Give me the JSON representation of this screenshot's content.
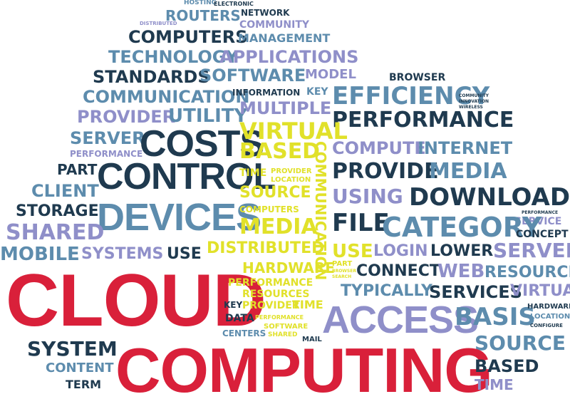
{
  "colors": {
    "red": "#d9203a",
    "navy": "#1f3a4f",
    "steel": "#5d8cad",
    "lavender": "#8f8fc9",
    "yellow": "#e1e12a"
  },
  "words": [
    {
      "text": "Hosting",
      "color": "steel"
    },
    {
      "text": "Electronic",
      "color": "navy"
    },
    {
      "text": "Routers",
      "color": "steel"
    },
    {
      "text": "Network",
      "color": "navy"
    },
    {
      "text": "Distributed",
      "color": "lavender"
    },
    {
      "text": "Community",
      "color": "lavender"
    },
    {
      "text": "Computers",
      "color": "navy"
    },
    {
      "text": "Management",
      "color": "steel"
    },
    {
      "text": "Technology",
      "color": "steel"
    },
    {
      "text": "Applications",
      "color": "lavender"
    },
    {
      "text": "Standards",
      "color": "navy"
    },
    {
      "text": "Software",
      "color": "steel"
    },
    {
      "text": "Model",
      "color": "lavender"
    },
    {
      "text": "Browser",
      "color": "navy"
    },
    {
      "text": "Communication",
      "color": "steel"
    },
    {
      "text": "Information",
      "color": "navy"
    },
    {
      "text": "Key",
      "color": "steel"
    },
    {
      "text": "Efficiency",
      "color": "steel"
    },
    {
      "text": "Community",
      "color": "navy"
    },
    {
      "text": "Innovation",
      "color": "navy"
    },
    {
      "text": "Wireless",
      "color": "navy"
    },
    {
      "text": "Provider",
      "color": "lavender"
    },
    {
      "text": "Utility",
      "color": "steel"
    },
    {
      "text": "Multiple",
      "color": "lavender"
    },
    {
      "text": "Performance",
      "color": "navy"
    },
    {
      "text": "Server",
      "color": "steel"
    },
    {
      "text": "Costs",
      "color": "navy"
    },
    {
      "text": "Virtual",
      "color": "yellow"
    },
    {
      "text": "Performance",
      "color": "lavender"
    },
    {
      "text": "Based",
      "color": "yellow"
    },
    {
      "text": "Compute",
      "color": "lavender"
    },
    {
      "text": "Internet",
      "color": "steel"
    },
    {
      "text": "Part",
      "color": "navy"
    },
    {
      "text": "Control",
      "color": "navy"
    },
    {
      "text": "Time",
      "color": "yellow"
    },
    {
      "text": "Provider",
      "color": "yellow"
    },
    {
      "text": "Location",
      "color": "yellow"
    },
    {
      "text": "Communication",
      "color": "yellow"
    },
    {
      "text": "Provide",
      "color": "navy"
    },
    {
      "text": "Media",
      "color": "steel"
    },
    {
      "text": "Client",
      "color": "steel"
    },
    {
      "text": "Source",
      "color": "yellow"
    },
    {
      "text": "Using",
      "color": "lavender"
    },
    {
      "text": "Download",
      "color": "navy"
    },
    {
      "text": "Storage",
      "color": "navy"
    },
    {
      "text": "Devices",
      "color": "steel"
    },
    {
      "text": "Computers",
      "color": "yellow"
    },
    {
      "text": "Performance",
      "color": "navy"
    },
    {
      "text": "Service",
      "color": "lavender"
    },
    {
      "text": "Shared",
      "color": "lavender"
    },
    {
      "text": "Media",
      "color": "yellow"
    },
    {
      "text": "File",
      "color": "navy"
    },
    {
      "text": "Category",
      "color": "steel"
    },
    {
      "text": "Concept",
      "color": "navy"
    },
    {
      "text": "Mobile",
      "color": "steel"
    },
    {
      "text": "Systems",
      "color": "lavender"
    },
    {
      "text": "Use",
      "color": "navy"
    },
    {
      "text": "Distributed",
      "color": "yellow"
    },
    {
      "text": "Use",
      "color": "yellow"
    },
    {
      "text": "Login",
      "color": "lavender"
    },
    {
      "text": "Lower",
      "color": "navy"
    },
    {
      "text": "Server",
      "color": "lavender"
    },
    {
      "text": "Hardware",
      "color": "yellow"
    },
    {
      "text": "Part",
      "color": "yellow"
    },
    {
      "text": "Browser",
      "color": "yellow"
    },
    {
      "text": "Search",
      "color": "yellow"
    },
    {
      "text": "Connect",
      "color": "navy"
    },
    {
      "text": "Web",
      "color": "lavender"
    },
    {
      "text": "Resources",
      "color": "steel"
    },
    {
      "text": "Cloud",
      "color": "red"
    },
    {
      "text": "Performance",
      "color": "yellow"
    },
    {
      "text": "Resources",
      "color": "yellow"
    },
    {
      "text": "Provider",
      "color": "yellow"
    },
    {
      "text": "Typically",
      "color": "steel"
    },
    {
      "text": "Services",
      "color": "navy"
    },
    {
      "text": "Virtual",
      "color": "lavender"
    },
    {
      "text": "Key",
      "color": "navy"
    },
    {
      "text": "Time",
      "color": "yellow"
    },
    {
      "text": "Access",
      "color": "lavender"
    },
    {
      "text": "Basis",
      "color": "steel"
    },
    {
      "text": "Hardware",
      "color": "navy"
    },
    {
      "text": "Location",
      "color": "steel"
    },
    {
      "text": "Configure",
      "color": "navy"
    },
    {
      "text": "Data",
      "color": "navy"
    },
    {
      "text": "Performance",
      "color": "yellow"
    },
    {
      "text": "Software",
      "color": "yellow"
    },
    {
      "text": "Shared",
      "color": "yellow"
    },
    {
      "text": "Centers",
      "color": "steel"
    },
    {
      "text": "Mail",
      "color": "navy"
    },
    {
      "text": "System",
      "color": "navy"
    },
    {
      "text": "Source",
      "color": "steel"
    },
    {
      "text": "Content",
      "color": "steel"
    },
    {
      "text": "Computing",
      "color": "red"
    },
    {
      "text": "Based",
      "color": "navy"
    },
    {
      "text": "Term",
      "color": "navy"
    },
    {
      "text": "Time",
      "color": "lavender"
    }
  ]
}
